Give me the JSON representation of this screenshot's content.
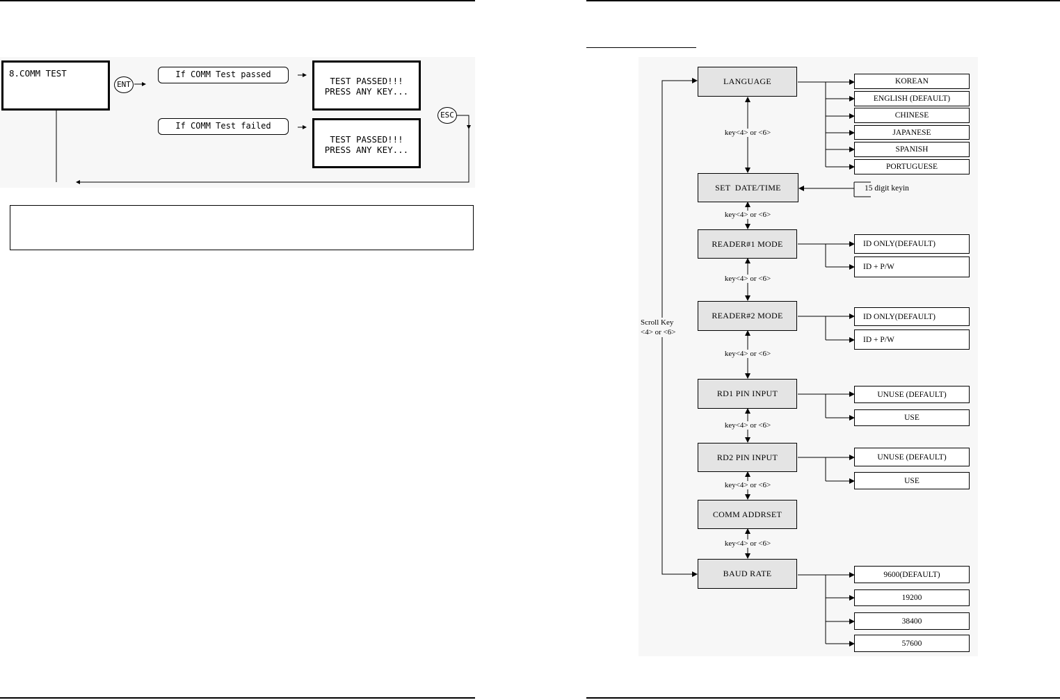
{
  "left_diagram": {
    "lcd_menu": "8.COMM TEST",
    "ent_key": "ENT",
    "esc_key": "ESC",
    "pass_condition": "If COMM Test passed",
    "fail_condition": "If COMM Test failed",
    "pass_screen": [
      "TEST PASSED!!!",
      "PRESS ANY KEY..."
    ],
    "fail_screen": [
      "TEST PASSED!!!",
      "PRESS ANY KEY..."
    ]
  },
  "menu_tree": {
    "nav_label": "key<4> or <6>",
    "scroll_label": [
      "Scroll Key",
      "<4> or <6>"
    ],
    "menus": [
      {
        "label": "LANGUAGE",
        "options": [
          "KOREAN",
          "ENGLISH (DEFAULT)",
          "CHINESE",
          "JAPANESE",
          "SPANISH",
          "PORTUGUESE"
        ]
      },
      {
        "label": "SET  DATE/TIME",
        "input": "15 digit keyin"
      },
      {
        "label": "READER#1 MODE",
        "options": [
          "ID ONLY(DEFAULT)",
          "ID + P/W"
        ]
      },
      {
        "label": "READER#2 MODE",
        "options": [
          "ID ONLY(DEFAULT)",
          "ID + P/W"
        ]
      },
      {
        "label": "RD1 PIN INPUT",
        "options": [
          "UNUSE (DEFAULT)",
          "USE"
        ]
      },
      {
        "label": "RD2 PIN INPUT",
        "options": [
          "UNUSE (DEFAULT)",
          "USE"
        ]
      },
      {
        "label": "COMM ADDRSET"
      },
      {
        "label": "BAUD RATE",
        "options": [
          "9600(DEFAULT)",
          "19200",
          "38400",
          "57600"
        ]
      }
    ]
  }
}
